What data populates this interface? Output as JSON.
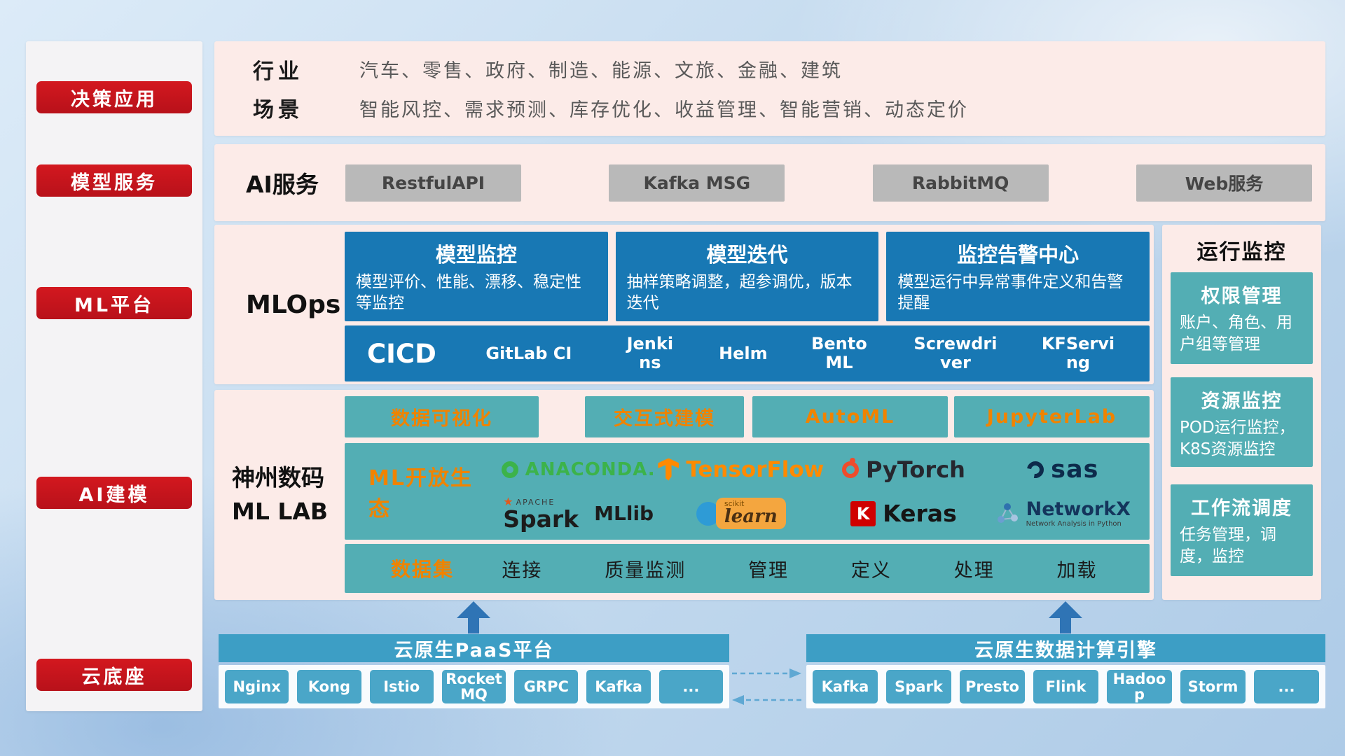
{
  "colors": {
    "accent_red": "#c9161e",
    "panel_pink": "#fcebe8",
    "card_blue": "#1878b4",
    "teal": "#53aeb4",
    "orange_text": "#f08300",
    "bar_blue": "#3d9ec5",
    "chip_blue": "#4aa6c8",
    "gray_button": "#b9b9b9",
    "arrow_blue": "#2f74b5"
  },
  "sidebar": {
    "items": [
      {
        "label": "决策应用"
      },
      {
        "label": "模型服务"
      },
      {
        "label": "ML平台"
      },
      {
        "label": "AI建模"
      },
      {
        "label": "云底座"
      }
    ]
  },
  "industry": {
    "rows": [
      {
        "label": "行业",
        "text": "汽车、零售、政府、制造、能源、文旅、金融、建筑"
      },
      {
        "label": "场景",
        "text": "智能风控、需求预测、库存优化、收益管理、智能营销、动态定价"
      }
    ]
  },
  "ai_service": {
    "label": "AI服务",
    "buttons": [
      "RestfulAPI",
      "Kafka MSG",
      "RabbitMQ",
      "Web服务"
    ]
  },
  "mlops": {
    "label": "MLOps",
    "cards": [
      {
        "title": "模型监控",
        "desc": "模型评价、性能、漂移、稳定性等监控"
      },
      {
        "title": "模型迭代",
        "desc": "抽样策略调整，超参调优，版本迭代"
      },
      {
        "title": "监控告警中心",
        "desc": "模型运行中异常事件定义和告警提醒"
      }
    ],
    "cicd_label": "CICD",
    "cicd_tools": [
      "GitLab CI",
      "Jenkins",
      "Helm",
      "BentoML",
      "Screwdriver",
      "KFServing"
    ]
  },
  "monitoring": {
    "title": "运行监控",
    "cards": [
      {
        "title": "权限管理",
        "desc": "账户、角色、用户组等管理"
      },
      {
        "title": "资源监控",
        "desc": "POD运行监控，K8S资源监控"
      },
      {
        "title": "工作流调度",
        "desc": "任务管理，调度，监控"
      }
    ]
  },
  "mllab": {
    "label_line1": "神州数码",
    "label_line2": "ML LAB",
    "top_buttons": [
      "数据可视化",
      "交互式建模",
      "AutoML",
      "JupyterLab"
    ],
    "ecosystem_label": "ML开放生态",
    "logos": {
      "anaconda": "ANACONDA.",
      "tensorflow": "TensorFlow",
      "pytorch": "PyTorch",
      "sas": "sas",
      "spark_star": "★",
      "spark_small": "APACHE",
      "spark": "Spark",
      "mllib": "MLlib",
      "scikit_small": "scikit",
      "scikit": "learn",
      "keras_k": "K",
      "keras": "Keras",
      "networkx": "NetworkX",
      "networkx_sub": "Network Analysis in Python"
    },
    "dataset_label": "数据集",
    "dataset_items": [
      "连接",
      "质量监测",
      "管理",
      "定义",
      "处理",
      "加载"
    ]
  },
  "cloud": {
    "paas_title": "云原生PaaS平台",
    "paas_items": [
      "Nginx",
      "Kong",
      "Istio",
      "RocketMQ",
      "GRPC",
      "Kafka",
      "..."
    ],
    "engine_title": "云原生数据计算引擎",
    "engine_items": [
      "Kafka",
      "Spark",
      "Presto",
      "Flink",
      "Hadoop",
      "Storm",
      "..."
    ]
  }
}
